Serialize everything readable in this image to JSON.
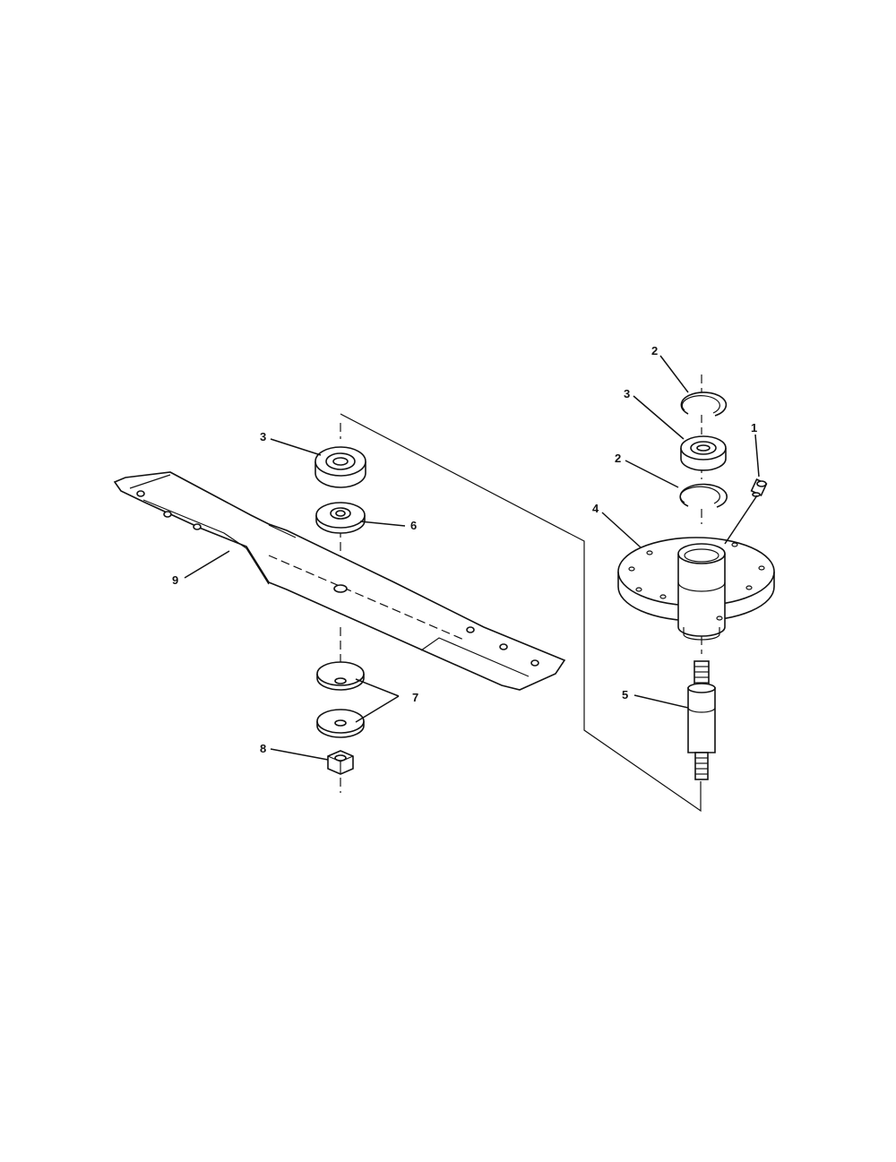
{
  "callouts": {
    "c1": "1",
    "c2a": "2",
    "c2b": "2",
    "c3a": "3",
    "c3b": "3",
    "c4": "4",
    "c5": "5",
    "c6": "6",
    "c7": "7",
    "c8": "8",
    "c9": "9"
  }
}
